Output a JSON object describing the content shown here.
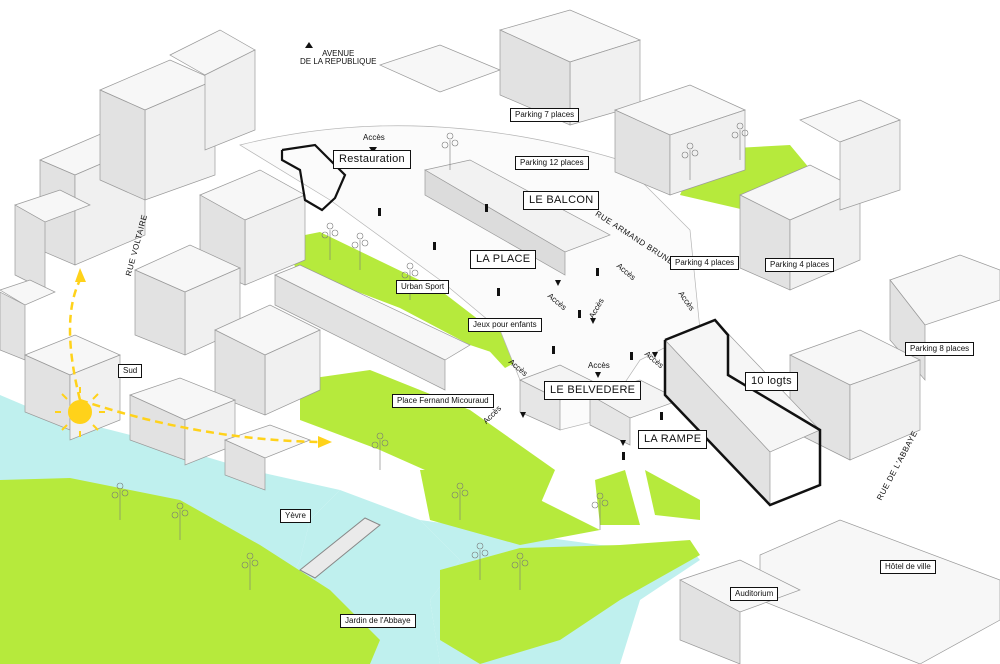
{
  "labels": {
    "avenue_republique": "AVENUE\nDE LA REPUBLIQUE",
    "parking_7": "Parking 7 places",
    "restauration": "Restauration",
    "parking_12": "Parking 12 places",
    "le_balcon": "LE BALCON",
    "rue_armand_brunet": "RUE ARMAND BRUNET",
    "la_place": "LA PLACE",
    "parking_4a": "Parking 4 places",
    "parking_4b": "Parking 4 places",
    "urban_sport": "Urban Sport",
    "rue_voltaire": "RUE VOLTAIRE",
    "jeux_enfants": "Jeux pour enfants",
    "parking_8": "Parking 8 places",
    "sud": "Sud",
    "logts": "10 logts",
    "place_micouraud": "Place Fernand Micouraud",
    "le_belvedere": "LE BELVEDERE",
    "la_rampe": "LA RAMPE",
    "rue_abbaye": "RUE DE L'ABBAYE",
    "yevre": "Yèvre",
    "hotel_de_ville": "Hôtel de ville",
    "auditorium": "Auditorium",
    "jardin_abbaye": "Jardin de l'Abbaye"
  },
  "acces": [
    "Accès",
    "Accès",
    "Accès",
    "Accès",
    "Accès",
    "Accès",
    "Accès",
    "Accès",
    "Accès"
  ],
  "colors": {
    "water": "#bff0ee",
    "lawn": "#b6ea3c",
    "building": "#f2f2f2",
    "building_side": "#e2e2e2",
    "sun": "#ffd21a",
    "outline": "#111111"
  }
}
